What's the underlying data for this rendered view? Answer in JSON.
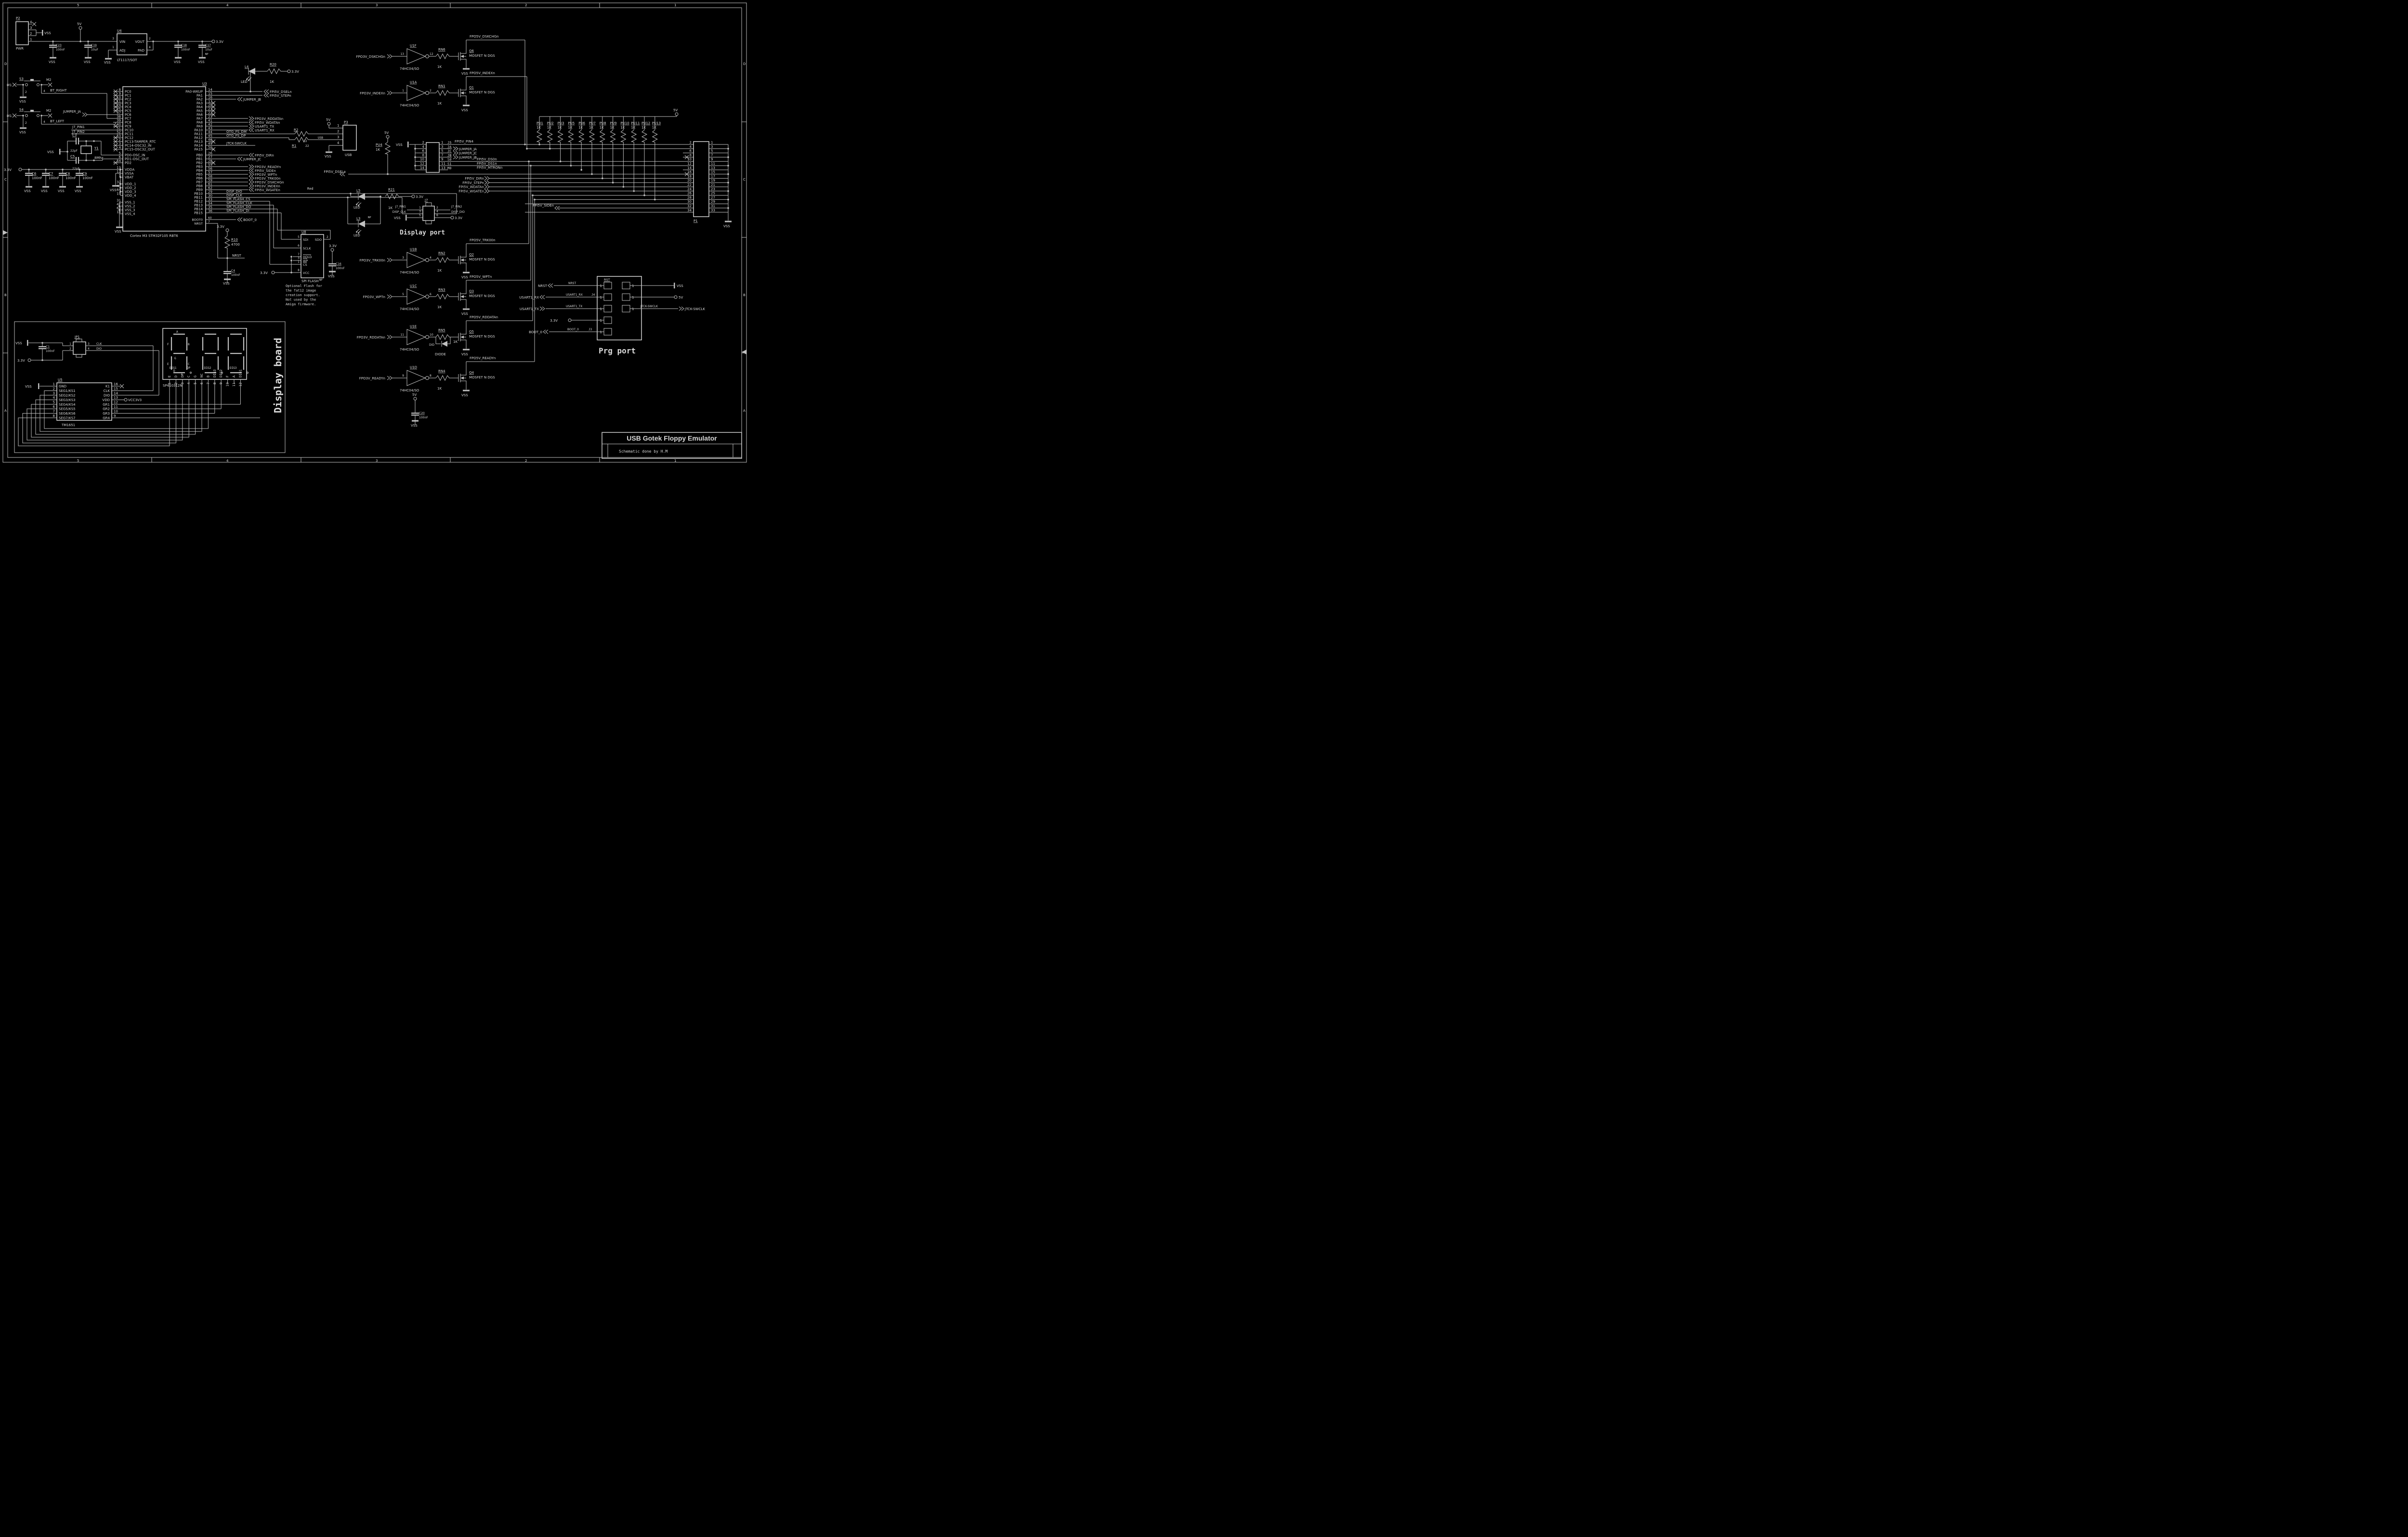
{
  "g": {
    "vss": "VSS",
    "v33": "3.3V",
    "v5": "5V"
  },
  "border": {
    "cols": [
      "5",
      "4",
      "3",
      "2",
      "1"
    ],
    "rows": [
      "D",
      "C",
      "B",
      "A"
    ]
  },
  "title_block": {
    "title": "USB Gotek Floppy Emulator",
    "subtitle": "Schematic done by H.M"
  },
  "power": {
    "p2": "P2",
    "pwr": "PWR",
    "pins": [
      "4",
      "3",
      "2",
      "1"
    ],
    "c23": "C23",
    "c23v": "100nF",
    "c19": "C19",
    "c19v": "10uF",
    "u4": "U4",
    "part": "LT1117/SOT",
    "vin": "VIN",
    "vout": "VOUT",
    "adj": "ADJ",
    "pad": "PAD",
    "n3": "3",
    "n2": "2",
    "n1": "1",
    "n4": "4",
    "c18": "C18",
    "c18v": "100nF",
    "c17": "C17",
    "c17v": "10uF",
    "np": "NP"
  },
  "buttons": {
    "s3": "S3",
    "s4": "S4",
    "m1": "M1",
    "m2": "M2",
    "p2": "2",
    "p4": "4",
    "btr": "BT_RIGHT",
    "btl": "BT_LEFT",
    "ja": "JUMPER_JA",
    "j7p1": "J7_PIN1",
    "j7p2": "J7_PIN2"
  },
  "xtal": {
    "c3": "C3",
    "c3v": "22pF",
    "c5": "C5",
    "c5v": "22pF",
    "y1": "Y1",
    "y1v": "8Mhz"
  },
  "dec": {
    "refs": [
      "C6",
      "C7",
      "C8",
      "C9"
    ],
    "vals": [
      "100nF",
      "100nF",
      "100nF",
      "100nF"
    ]
  },
  "u3": {
    "ref": "U3",
    "part": "Cortex M3 STM32F105 RBT6",
    "pc_nums": [
      "8",
      "9",
      "10",
      "11",
      "24",
      "25",
      "37",
      "38",
      "39",
      "40",
      "51",
      "52",
      "53",
      "2",
      "3",
      "4"
    ],
    "pc_labels": [
      "PC0",
      "PC1",
      "PC2",
      "PC3",
      "PC4",
      "PC5",
      "PC6",
      "PC7",
      "PC8",
      "PC9",
      "PC10",
      "PC11",
      "PC12",
      "PC13-TAMPER_RTC",
      "PC14-OSC32_IN",
      "PC15-OSC32_OUT"
    ],
    "pd_nums": [
      "5",
      "6",
      "54"
    ],
    "pd_labels": [
      "PD0-OSC_IN",
      "PD1-OSC_OUT",
      "PD2"
    ],
    "pwr_nums": [
      "13",
      "12",
      "1"
    ],
    "pwr_labels": [
      "VDDA",
      "VSSA",
      "VBAT"
    ],
    "vdd_nums": [
      "32",
      "48",
      "64",
      "19"
    ],
    "vdd_labels": [
      "VDD_1",
      "VDD_2",
      "VDD_3",
      "VDD_4"
    ],
    "vss_nums": [
      "31",
      "47",
      "63",
      "18"
    ],
    "vss_labels": [
      "VSS_1",
      "VSS_2",
      "VSS_3",
      "VSS_4"
    ],
    "pa_nums": [
      "14",
      "15",
      "16",
      "17",
      "20",
      "21",
      "22",
      "23",
      "41",
      "42",
      "43",
      "44",
      "45",
      "46",
      "49",
      "50"
    ],
    "pa_labels": [
      "PA0-WKUP",
      "PA1",
      "PA2",
      "PA3",
      "PA4",
      "PA5",
      "PA6",
      "PA7",
      "PA8",
      "PA9",
      "PA10",
      "PA11",
      "PA12",
      "PA13",
      "PA14",
      "PA15"
    ],
    "pb_nums": [
      "26",
      "27",
      "28",
      "55",
      "56",
      "57",
      "58",
      "59",
      "61",
      "62",
      "29",
      "30",
      "33",
      "34",
      "35",
      "36"
    ],
    "pb_labels": [
      "PB0",
      "PB1",
      "PB2",
      "PB3",
      "PB4",
      "PB5",
      "PB6",
      "PB7",
      "PB8",
      "PB9",
      "PB10",
      "PB11",
      "PB12",
      "PB13",
      "PB14",
      "PB15"
    ],
    "bootn": "60",
    "bootl": "BOOT0",
    "nrstn": "7",
    "nrstl": "NRST"
  },
  "n": {
    "dsel": "FPI5V_DSELn",
    "step": "FPI5V_STEPn",
    "jb": "JUMPER_JB",
    "rd3": "FPO3V_RDDATAn",
    "wdata": "FPI5V_WDATAn",
    "tx": "USART1_TX",
    "rx": "USART1_RX",
    "dm": "OTG_FS_DM",
    "dp": "OTG_FS_DP",
    "swclk": "JTCK-SWCLK",
    "dir": "FPI5V_DIRn",
    "jc": "JUMPER_JC",
    "rdy3": "FPO3V_READYn",
    "side": "FPI5V_SIDEn",
    "wpt3": "FPO3V_WPTn",
    "trk3": "FPO3V_TRK00n",
    "dsk3": "FPO3V_DSKCHGn",
    "idx3": "FPO3V_INDEXn",
    "wg": "FPI5V_WGATEn",
    "ddio": "DISP_DIO",
    "dclk": "DISP_CLK",
    "fcs": "SPI_FLASH_CS",
    "fclk": "SPI_FLASH_CLK",
    "fdo": "SPI_FLASH_DO",
    "fdi": "SPI_FLASH_DI",
    "boot": "BOOT_0",
    "red": "Red"
  },
  "nrstc": {
    "r10": "R10",
    "r10v": "4700",
    "nrst": "NRST",
    "c4": "C4",
    "c4v": "100nF"
  },
  "led4": {
    "ref": "L4",
    "led": "LED",
    "r20": "R20",
    "r20v": "1K"
  },
  "usb": {
    "r2": "R2",
    "r2v": "22",
    "r1": "R1",
    "r1v": "22",
    "bus": "USB",
    "p3": "P3",
    "pins": [
      "1",
      "2",
      "3",
      "4"
    ],
    "name": "USB"
  },
  "u8": {
    "ref": "U8",
    "part": "SPI FLASH",
    "np": "NP",
    "sdi": "SDI",
    "sdo": "SDO",
    "sclk": "SCLK",
    "hold": "HOLD",
    "wp": "WP",
    "cs": "CS",
    "vcc": "VCC",
    "n5": "5",
    "n6": "6",
    "n7": "7",
    "n3": "3",
    "n1": "1",
    "n8": "8",
    "n2": "2",
    "c16": "C16",
    "c16v": "100nF",
    "note": [
      "Optional Flash for",
      "the fat12 image",
      "creation support.",
      "Not used by the",
      "Amiga firmware."
    ]
  },
  "inverters": [
    {
      "u": "U1F",
      "part": "74HC04/SO",
      "innet": "FPO3V_DSKCHGn",
      "pi": "13",
      "po": "12",
      "rn": "RN6",
      "rv": "1K",
      "q": "Q6",
      "qd": "MOSFET N DGS",
      "outnet": "FPO5V_DSKCHGn"
    },
    {
      "u": "U1A",
      "part": "74HC04/SO",
      "innet": "FPO3V_INDEXn",
      "pi": "1",
      "po": "2",
      "rn": "RN1",
      "rv": "1K",
      "q": "Q1",
      "qd": "MOSFET N DGS",
      "outnet": "FPO5V_INDEXn"
    },
    {
      "u": "U1B",
      "part": "74HC04/SO",
      "innet": "FPO3V_TRK00n",
      "pi": "3",
      "po": "4",
      "rn": "RN2",
      "rv": "1K",
      "q": "Q2",
      "qd": "MOSFET N DGS",
      "outnet": "FPO5V_TRK00n"
    },
    {
      "u": "U1C",
      "part": "74HC04/SO",
      "innet": "FPO3V_WPTn",
      "pi": "5",
      "po": "6",
      "rn": "RN3",
      "rv": "1K",
      "q": "Q3",
      "qd": "MOSFET N DGS",
      "outnet": "FPO5V_WPTn"
    },
    {
      "u": "U1E",
      "part": "74HC04/SO",
      "innet": "FPO3V_RDDATAn",
      "pi": "11",
      "po": "10",
      "rn": "RN5",
      "rv": "1K",
      "q": "Q5",
      "qd": "MOSFET N DGS",
      "outnet": "FPO5V_RDDATAn",
      "did": "DID",
      "diode": "DIODE"
    },
    {
      "u": "U1D",
      "part": "74HC04/SO",
      "innet": "FPO3V_READYn",
      "pi": "9",
      "po": "8",
      "rn": "RN4",
      "rv": "1K",
      "q": "Q4",
      "qd": "MOSFET N DGS",
      "outnet": "FPO5V_READYn"
    }
  ],
  "j5": {
    "pu4": "PU4",
    "pu4v": "1K",
    "left_nums": [
      "2",
      "4",
      "6",
      "8",
      "10",
      "12",
      "14"
    ],
    "right_nums": [
      "1",
      "3",
      "5",
      "7",
      "9",
      "11",
      "13"
    ],
    "tags": [
      "J5",
      "JA",
      "JC",
      "JB",
      "S0",
      "S1",
      "M0"
    ],
    "pin4": "FPI5V_PIN4",
    "ja": "JUMPER_JA",
    "jc": "JUMPER_JC",
    "jb": "JUMPER_JB",
    "ds0": "FPI5V_DS0n",
    "ds1": "FPI5V_DS1n",
    "mtr": "FPI5V_MTRONn",
    "dsel": "FPI5V_DSELn"
  },
  "fpi": {
    "list": [
      "FPI5V_DIRn",
      "FPI5V_STEPn",
      "FPI5V_WDATAn",
      "FPI5V_WGATEn"
    ]
  },
  "pu": {
    "refs": [
      "PU1",
      "PU2",
      "PU3",
      "PU5",
      "PU6",
      "PU7",
      "PU8",
      "PU9",
      "PU10",
      "PU11",
      "PU12",
      "PU13"
    ],
    "vals": [
      "1K",
      "1K",
      "1K",
      "1K",
      "1K",
      "1K",
      "1K",
      "1K",
      "1K",
      "1K",
      "1K",
      "1K"
    ]
  },
  "p1": {
    "ref": "P1",
    "left_nums": [
      "2",
      "4",
      "6",
      "8",
      "10",
      "12",
      "14",
      "16",
      "18",
      "20",
      "22",
      "24",
      "26",
      "28",
      "30",
      "32",
      "34"
    ],
    "right_nums": [
      "1",
      "3",
      "5",
      "7",
      "9",
      "11",
      "13",
      "15",
      "17",
      "19",
      "21",
      "23",
      "25",
      "27",
      "29",
      "31",
      "33"
    ]
  },
  "dl": {
    "l5": "L5",
    "l3": "L3",
    "led": "LED",
    "np": "NP",
    "r21": "R21",
    "r21v": "1K",
    "j7": "J7",
    "p1": "1",
    "p2": "2",
    "p3": "3",
    "p4": "4",
    "p5": "5",
    "p6": "6",
    "j7p1": "J7_PIN1",
    "j7p2": "J7_PIN2",
    "dclk": "DISP_CLK",
    "ddio": "DISP_DIO",
    "caption": "Display port"
  },
  "prg": {
    "caption": "Prg port",
    "rst": "RST",
    "nrst": "NRST",
    "rx": "USART1_RX",
    "tx": "USART1_TX",
    "boot": "BOOT_0",
    "j4": "J4",
    "j3": "J3",
    "swclk": "JTCK-SWCLK",
    "ones_l": [
      "1",
      "1",
      "1",
      "1",
      "1"
    ],
    "ones_r": [
      "1",
      "1",
      "1"
    ]
  },
  "c20": {
    "ref": "C20",
    "val": "100nF"
  },
  "db": {
    "caption": "Display board",
    "jp1": "JP1",
    "p1": "1",
    "p2": "2",
    "p3": "3",
    "p4": "4",
    "clk": "CLK",
    "dio": "DIO",
    "c1": "C1",
    "c1v": "100nF",
    "u5": "U5",
    "part": "TM1651",
    "vcc": "VCC3V3",
    "left_nums": [
      "1",
      "2",
      "3",
      "4",
      "5",
      "6",
      "7",
      "8"
    ],
    "left_labels": [
      "GND",
      "SEG1/KS1",
      "SEG2/KS2",
      "SEG3/KS3",
      "SEG4/KS4",
      "SEG5/KS5",
      "SEG6/KS6",
      "SEG7/KS7"
    ],
    "right_nums": [
      "16",
      "15",
      "14",
      "13",
      "12",
      "11",
      "10",
      "9"
    ],
    "right_labels": [
      "K1",
      "CLK",
      "DIO",
      "VDD",
      "GR1",
      "GR2",
      "GR3",
      "GR4"
    ],
    "seg_ref": "SP410312N",
    "letters": [
      "A",
      "F",
      "B",
      "G",
      "E",
      "C",
      "D"
    ],
    "digs": [
      "DIG1",
      "DP",
      "DIG2",
      "DIG3"
    ],
    "pin_names": [
      "E",
      "D",
      "DP",
      "C",
      "G",
      "NC",
      "B",
      "DIG3",
      "DIG2",
      "F",
      "A",
      "DIG1"
    ],
    "pin_nums": [
      "1",
      "2",
      "3",
      "4",
      "5",
      "6",
      "7",
      "8",
      "9",
      "10",
      "11",
      "12"
    ]
  }
}
